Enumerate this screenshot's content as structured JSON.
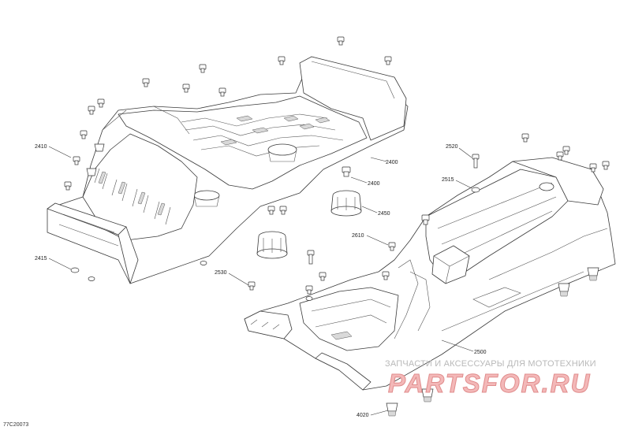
{
  "drawing": {
    "code": "77C20073",
    "callouts": {
      "c2410": "2410",
      "c2415": "2415",
      "c2400a": "2400",
      "c2400b": "2400",
      "c2450": "2450",
      "c2520": "2520",
      "c2515": "2515",
      "c2610": "2610",
      "c2530": "2530",
      "c2500": "2500",
      "c4020": "4020"
    }
  },
  "watermark": {
    "text": "ЗАПЧАСТИ И АКСЕССУАРЫ ДЛЯ МОТОТЕХНИКИ",
    "logo": "PARTSFOR.RU"
  }
}
